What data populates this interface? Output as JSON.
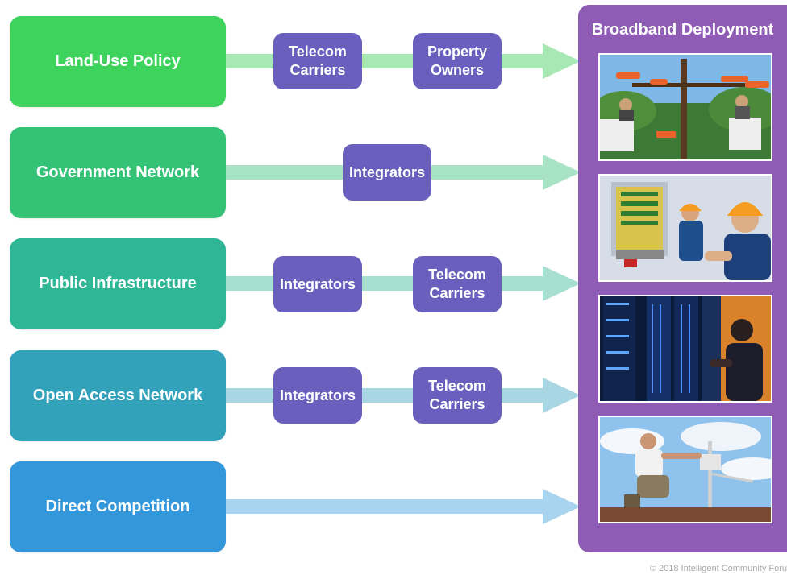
{
  "sources": [
    {
      "label": "Land-Use Policy",
      "color": "#3dd35c"
    },
    {
      "label": "Government Network",
      "color": "#33c276"
    },
    {
      "label": "Public Infrastructure",
      "color": "#2eb695"
    },
    {
      "label": "Open Access Network",
      "color": "#31a2b9"
    },
    {
      "label": "Direct Competition",
      "color": "#3397dc"
    }
  ],
  "arrow_colors": [
    "#a8e8b5",
    "#a9e3c6",
    "#a7dfd0",
    "#a8d7e3",
    "#a9d4ef"
  ],
  "intermediaries": {
    "row1": [
      {
        "line1": "Telecom",
        "line2": "Carriers"
      },
      {
        "line1": "Property",
        "line2": "Owners"
      }
    ],
    "row2": [
      {
        "line1": "Integrators",
        "line2": ""
      }
    ],
    "row3": [
      {
        "line1": "Integrators",
        "line2": ""
      },
      {
        "line1": "Telecom",
        "line2": "Carriers"
      }
    ],
    "row4": [
      {
        "line1": "Integrators",
        "line2": ""
      },
      {
        "line1": "Telecom",
        "line2": "Carriers"
      }
    ]
  },
  "destination": {
    "title": "Broadband Deployment",
    "color": "#8e5bb5",
    "photos": [
      "line-workers-bucket-trucks-photo",
      "technicians-fiber-cabinet-photo",
      "engineer-server-room-photo",
      "technician-antenna-rooftop-photo"
    ]
  },
  "copyright": "© 2018 Intelligent Community Foru"
}
